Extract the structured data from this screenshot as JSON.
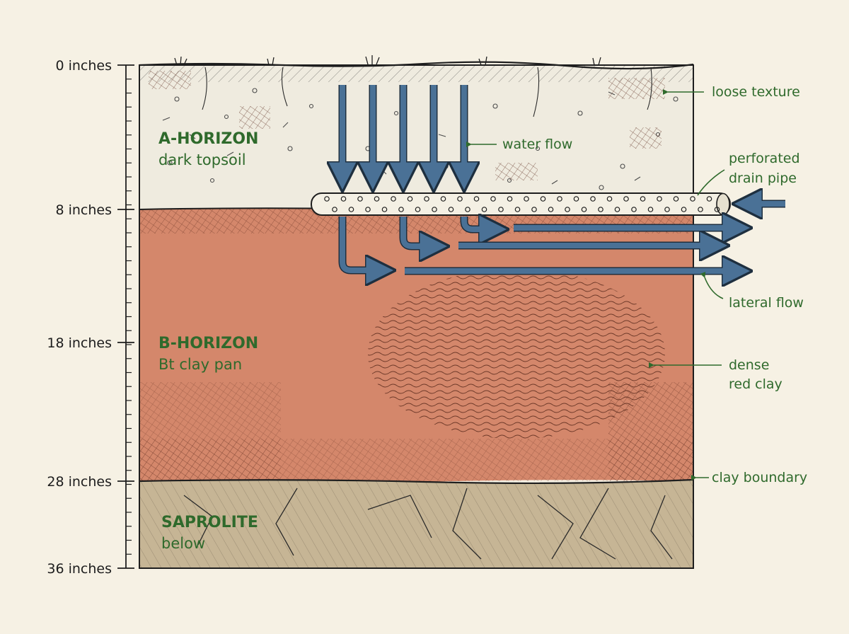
{
  "depth_scale": {
    "unit_label": "inches",
    "markers": [
      {
        "value": 0,
        "label": "0 inches"
      },
      {
        "value": 8,
        "label": "8 inches"
      },
      {
        "value": 18,
        "label": "18 inches"
      },
      {
        "value": 28,
        "label": "28 inches"
      },
      {
        "value": 36,
        "label": "36 inches"
      }
    ]
  },
  "horizons": {
    "a": {
      "name": "A-HORIZON",
      "sub": "dark topsoil"
    },
    "b": {
      "name": "B-HORIZON",
      "sub": "Bt clay pan"
    },
    "c": {
      "name": "SAPROLITE",
      "sub": "below"
    }
  },
  "callouts": {
    "loose_texture": "loose texture",
    "water_flow": "water flow",
    "drain_pipe_line1": "perforated",
    "drain_pipe_line2": "drain pipe",
    "lateral_flow": "lateral flow",
    "dense_clay_line1": "dense",
    "dense_clay_line2": "red clay",
    "clay_boundary": "clay boundary"
  },
  "colors": {
    "topsoil": "#efebdf",
    "clay": "#d4876b",
    "saprolite": "#c6b595",
    "arrow": "#4a7196",
    "label_green": "#2f6a2c"
  }
}
